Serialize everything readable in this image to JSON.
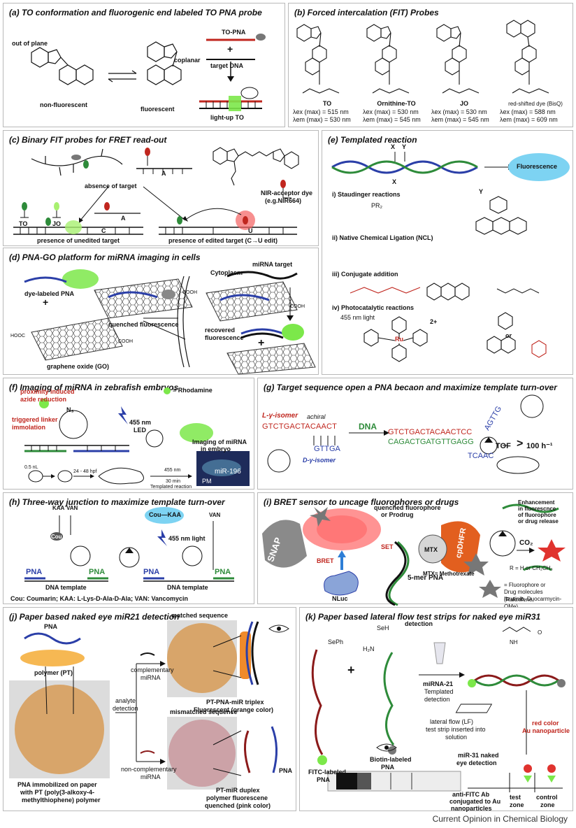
{
  "panels": {
    "a": {
      "title": "(a) TO conformation and fluorogenic end labeled TO PNA probe",
      "out_of_plane": "out of plane",
      "coplanar": "coplanar",
      "non_fluorescent": "non-fluorescent",
      "fluorescent": "fluorescent",
      "to_pna": "TO-PNA",
      "target_dna": "target DNA",
      "light_up": "light-up TO"
    },
    "b": {
      "title": "(b) Forced intercalation (FIT) Probes",
      "dyes": [
        {
          "name": "TO",
          "ex": "λex (max) = 515 nm",
          "em": "λem (max) = 530 nm"
        },
        {
          "name": "Ornithine-TO",
          "ex": "λex (max) = 530 nm",
          "em": "λem (max) = 545 nm"
        },
        {
          "name": "JO",
          "ex": "λex (max) = 530 nm",
          "em": "λem (max) = 545 nm"
        },
        {
          "name": "red-shifted dye (BisQ)",
          "ex": "λex (max) = 588 nm",
          "em": "λem (max) = 609 nm"
        }
      ]
    },
    "c": {
      "title": "(c) Binary FIT probes for FRET read-out",
      "absence": "absence of target",
      "nir": "NIR-acceptor dye",
      "nir_eg": "(e.g.NIR664)",
      "to": "TO",
      "jo": "JO",
      "unedited": "presence of unedited target",
      "edited": "presence of edited target (C→U edit)",
      "A": "A",
      "C": "C",
      "U": "U"
    },
    "d": {
      "title": "(d) PNA-GO platform for miRNA imaging in cells",
      "dye_pna": "dye-labeled PNA",
      "go": "graphene oxide (GO)",
      "quenched": "quenched fluorescence",
      "cytoplasm": "Cytoplasm",
      "mirna_target": "miRNA target",
      "recovered": "recovered fluorescence",
      "cooh": "COOH",
      "hooc": "HOOC"
    },
    "e": {
      "title": "(e) Templated reaction",
      "fluorescence": "Fluorescence",
      "x": "X",
      "y": "Y",
      "r1": "i)  Staudinger reactions",
      "r2": "ii) Native Chemical Ligation (NCL)",
      "r3": "iii) Conjugate addition",
      "r4": "iv) Photocatalytic reactions",
      "pr2": "PR₂",
      "light": "455 nm light",
      "or": "or",
      "ru": "Ru",
      "charge": "2+"
    },
    "f": {
      "title": "(f) Imaging of miRNA in zebrafish embryos",
      "rhodamine": "= Rhodamine",
      "proximity": "proximity induced",
      "azide": "azide reduction",
      "triggered": "triggered linker",
      "immolation": "immolation",
      "led": "455 nm",
      "led2": "LED",
      "n3": "N₃",
      "imaging": "Imaging of miRNA",
      "embryo": "in embryo",
      "mir196": "miR-196",
      "pm": "PM",
      "vol": "0.5 nL",
      "hpf": "24 - 48 hpf",
      "nm455": "455 nm",
      "min30": "30 min",
      "templ": "Templated reaction"
    },
    "g": {
      "title": "(g) Target sequence open a PNA becaon and maximize template turn-over",
      "l_isomer": "L-γ-isomer",
      "achiral": "achiral",
      "seq1": "GTCTGACTACAACT",
      "dna": "DNA",
      "seq2": "GTCTGACTACAACTCC",
      "seq3": "CAGACTGATGTTGAGG",
      "seq4": "GTTGA",
      "d_isomer": "D-γ-isomer",
      "agttg": "AGTTG",
      "tcaac": "TCAAC",
      "tof": "TOF",
      "rate": "100 h⁻¹"
    },
    "h": {
      "title": "(h) Three-way junction to maximize template turn-over",
      "kaa": "KAA",
      "van": "VAN",
      "cou": "Cou",
      "coukaa": "Cou—KAA",
      "light": "455 nm light",
      "pna": "PNA",
      "template": "DNA template",
      "legend": "Cou: Coumarin;   KAA: L-Lys-D-Ala-D-Ala;   VAN: Vancomycin"
    },
    "i": {
      "title": "(i) BRET sensor to uncage fluorophores or drugs",
      "snap": "SNAP",
      "quenched": "quenched fluorophore",
      "prodrug": "or Prodrug",
      "set": "SET",
      "bret": "BRET",
      "mer": "5-mer PNA",
      "nluc": "NLuc",
      "mtx": "MTX",
      "cpdhfr": "cpDHFR",
      "co2": "CO₂",
      "enh1": "Enhancement",
      "enh2": "in fluorescnce",
      "enh3": "of fluorophore",
      "enh4": "or drug release",
      "mtxdef": "MTX= Methotrexate",
      "rdef": "R = H or CH₂CH₃",
      "star1": "= Fluorophore or",
      "star2": "Drug molecules (Raloxifene,",
      "star3": "Ibrutinib, Duocarmycin-OMe)"
    },
    "j": {
      "title": "(j) Paper based naked eye miR21 detection",
      "pna": "PNA",
      "polymer": "polymer (PT)",
      "analyte": "analyte",
      "detection": "detection",
      "matched": "matched sequence",
      "complementary": "complementary",
      "mirna": "miRNA",
      "triplex": "PT-PNA-miR triplex",
      "orange": "Fluorescent (orange color)",
      "mismatched": "mismatched sequence",
      "noncomp": "non-complementary",
      "immob1": "PNA immobilized on paper",
      "immob2": "with PT (poly(3-alkoxy-4-",
      "immob3": "methylthiophene) polymer",
      "duplex": "PT-miR duplex",
      "pq1": "polymer fluorescene",
      "pq2": "quenched (pink color)",
      "pna2": "PNA"
    },
    "k": {
      "title": "(k) Paper based lateral flow test strips for naked eye miR31",
      "detection": "detection",
      "seph": "SePh",
      "seh": "SeH",
      "h2n": "H₂N",
      "fitc": "FITC-labeled",
      "fitc2": "PNA",
      "biotin": "Biotin-labeled",
      "biotin2": "PNA",
      "mirna21": "miRNA-21",
      "templated": "Templated",
      "tdet": "detection",
      "lf1": "lateral flow (LF)",
      "lf2": "test strip inserted into",
      "lf3": "solution",
      "red1": "red color",
      "red2": "Au nanoparticle",
      "naked1": "miR-31 naked",
      "naked2": "eye detection",
      "ab1": "anti-FITC Ab",
      "ab2": "conjugated to Au",
      "ab3": "nanoparticles",
      "test": "test",
      "zone": "zone",
      "control": "control",
      "zone2": "zone",
      "nh": "NH",
      "o": "O"
    }
  },
  "footer": "Current Opinion in Chemical Biology",
  "colors": {
    "green": "#7CE84A",
    "red": "#E0332E",
    "blue": "#2B3FA8",
    "orange": "#F08A2A",
    "cyan": "#7DD3F2",
    "pink": "#C8A4A8",
    "paper": "#D8A56A"
  }
}
